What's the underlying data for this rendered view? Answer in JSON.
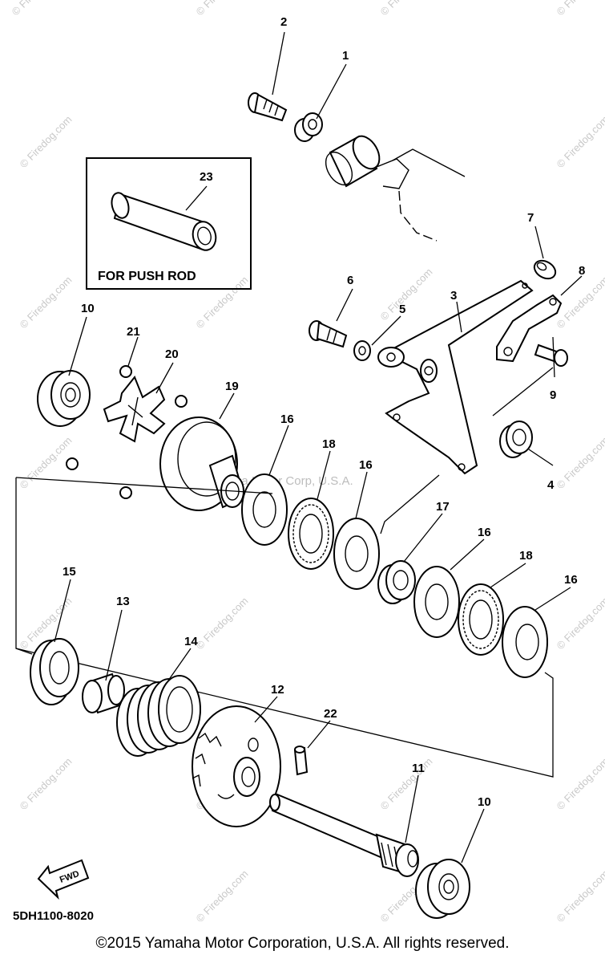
{
  "callouts": {
    "p1": "1",
    "p2": "2",
    "p3": "3",
    "p4": "4",
    "p5": "5",
    "p6": "6",
    "p7": "7",
    "p8": "8",
    "p9": "9",
    "p10a": "10",
    "p10b": "10",
    "p11": "11",
    "p12": "12",
    "p13": "13",
    "p14": "14",
    "p15": "15",
    "p16a": "16",
    "p16b": "16",
    "p16c": "16",
    "p16d": "16",
    "p17": "17",
    "p18a": "18",
    "p18b": "18",
    "p19": "19",
    "p20": "20",
    "p21": "21",
    "p22": "22",
    "p23": "23"
  },
  "inset_label": "FOR PUSH ROD",
  "fwd_label": "FWD",
  "doc_code": "5DH1100-8020",
  "watermark": "© Firedog.com",
  "center_watermark": "Yamaha Motor Corp, U.S.A.",
  "copyright": "©2015 Yamaha Motor Corporation, U.S.A. All rights reserved."
}
